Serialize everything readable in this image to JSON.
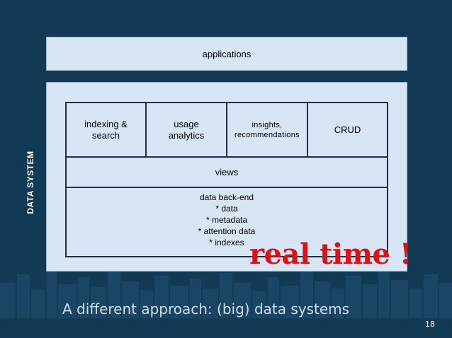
{
  "diagram": {
    "top_box_label": "applications",
    "side_label": "DATA SYSTEM",
    "cells": {
      "indexing": [
        "indexing &",
        "search"
      ],
      "usage": [
        "usage",
        "analytics"
      ],
      "insights": [
        "insights,",
        "recommendations"
      ],
      "crud": "CRUD",
      "views": "views",
      "backend": [
        "data back-end",
        "* data",
        "* metadata",
        "* attention data",
        "* indexes"
      ]
    }
  },
  "overlay_text": "real time !",
  "caption": "A different approach: (big) data systems",
  "page_number": "18",
  "colors": {
    "background": "#133a55",
    "box_fill": "#d7e5f5",
    "cell_border": "#1e2f46",
    "highlight": "#dd1111"
  }
}
